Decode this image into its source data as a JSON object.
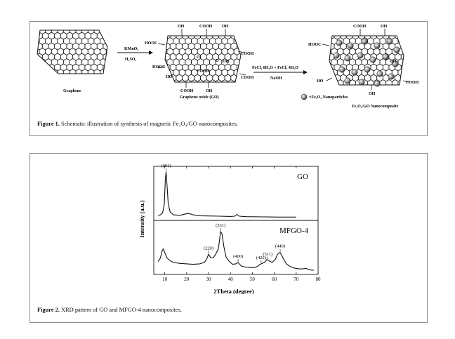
{
  "figure1": {
    "caption_label": "Figure 1.",
    "caption_text": "Schematic illustration of synthesis of magnetic Fe₃O₄/GO nanocomposites.",
    "graphene_label": "Graphene",
    "step1_reagent_top": "KMnO₄",
    "step1_reagent_bottom": "H₂SO₄",
    "go_label": "Graphene oxide (GO)",
    "step2_reagent_top": "FeCl₃ 6H₂O + FeCl₂ 4H₂O",
    "step2_reagent_bottom": "NaOH",
    "legend_text": "=Fe₃O₄ Nanoparticles",
    "product_label": "Fe₃O₄/GO Nanocomposite",
    "groups": {
      "oh": "OH",
      "cooh": "COOH",
      "hooc": "HOOC",
      "ho": "HO",
      "o": "O"
    }
  },
  "figure2": {
    "caption_label": "Figure 2.",
    "caption_text": "XRD pattern of GO and MFGO-4 nanocomposites.",
    "chart_data": {
      "type": "line",
      "xlabel": "2Theta (degree)",
      "ylabel": "Intensity (a.u.)",
      "xlim": [
        5,
        80
      ],
      "xticks": [
        10,
        20,
        30,
        40,
        50,
        60,
        70,
        80
      ],
      "series": [
        {
          "name": "GO",
          "x": [
            7,
            8,
            9,
            9.8,
            10.3,
            10.6,
            11,
            11.6,
            12.5,
            14,
            17,
            19.5,
            21,
            23,
            26,
            30,
            35,
            40,
            42,
            43,
            44,
            47,
            55,
            62,
            70
          ],
          "y": [
            0.05,
            0.06,
            0.1,
            0.3,
            0.85,
            1.0,
            0.75,
            0.3,
            0.12,
            0.06,
            0.05,
            0.08,
            0.09,
            0.06,
            0.04,
            0.035,
            0.03,
            0.025,
            0.03,
            0.07,
            0.03,
            0.02,
            0.015,
            0.01,
            0.01
          ]
        },
        {
          "name": "MFGO-4",
          "x": [
            7,
            8,
            8.8,
            9.3,
            10,
            11,
            12.5,
            14,
            17,
            20,
            23,
            26,
            28,
            29,
            30,
            31,
            32,
            33,
            34.5,
            35.5,
            36.2,
            37,
            38,
            39.5,
            41,
            42.5,
            43.5,
            45,
            47,
            49,
            51,
            52.5,
            53.5,
            54.5,
            55.5,
            56.5,
            57.5,
            59,
            60.5,
            61.5,
            62.7,
            64,
            65.5,
            67,
            69,
            71,
            73,
            74.5,
            76,
            78
          ],
          "y": [
            0.22,
            0.3,
            0.45,
            0.5,
            0.42,
            0.3,
            0.24,
            0.2,
            0.18,
            0.17,
            0.16,
            0.17,
            0.2,
            0.26,
            0.38,
            0.3,
            0.3,
            0.36,
            0.5,
            0.88,
            0.82,
            0.55,
            0.32,
            0.22,
            0.16,
            0.17,
            0.2,
            0.12,
            0.1,
            0.09,
            0.09,
            0.12,
            0.16,
            0.18,
            0.2,
            0.26,
            0.24,
            0.2,
            0.27,
            0.38,
            0.42,
            0.3,
            0.17,
            0.12,
            0.08,
            0.06,
            0.06,
            0.07,
            0.04,
            0.03
          ]
        }
      ],
      "annotations": [
        {
          "series": "GO",
          "text": "(001)",
          "x": 10.6
        },
        {
          "series": "MFGO-4",
          "text": "(220)",
          "x": 30
        },
        {
          "series": "MFGO-4",
          "text": "(331)",
          "x": 35.5
        },
        {
          "series": "MFGO-4",
          "text": "(400)",
          "x": 43.5
        },
        {
          "series": "MFGO-4",
          "text": "(422)",
          "x": 54
        },
        {
          "series": "MFGO-4",
          "text": "(511)",
          "x": 57
        },
        {
          "series": "MFGO-4",
          "text": "(440)",
          "x": 62.7
        }
      ]
    }
  }
}
